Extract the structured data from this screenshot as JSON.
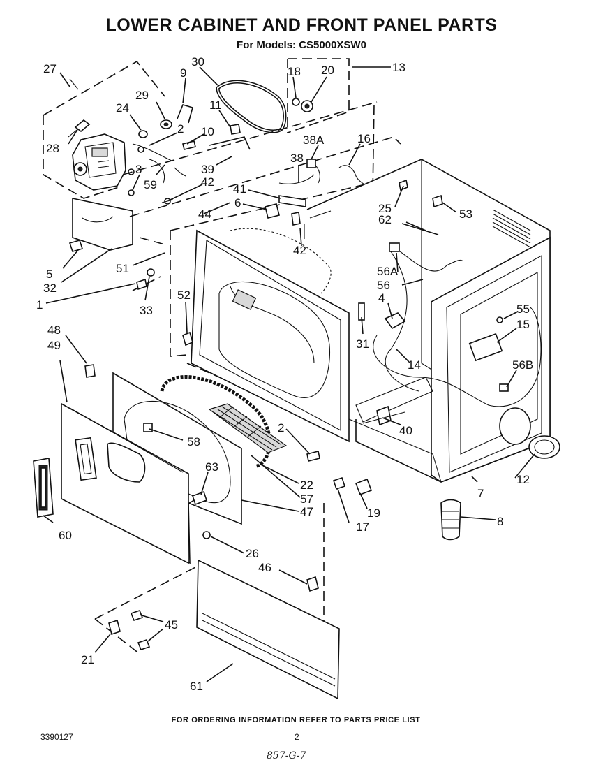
{
  "title": "LOWER CABINET AND FRONT PANEL PARTS",
  "subtitle": "For Models: CS5000XSW0",
  "footer_note": "FOR ORDERING INFORMATION REFER TO PARTS PRICE LIST",
  "doc_number": "3390127",
  "page_number": "2",
  "handwritten_note": "857-G-7",
  "callouts": {
    "c27": "27",
    "c30": "30",
    "c9": "9",
    "c18": "18",
    "c20": "20",
    "c13": "13",
    "c29": "29",
    "c24": "24",
    "c11": "11",
    "c2a": "2",
    "c10": "10",
    "c28": "28",
    "c38a": "38A",
    "c16": "16",
    "c38": "38",
    "c3": "3",
    "c59": "59",
    "c39": "39",
    "c42a": "42",
    "c41": "41",
    "c6": "6",
    "c44": "44",
    "c25": "25",
    "c53": "53",
    "c62": "62",
    "c42b": "42",
    "c56a": "56A",
    "c56": "56",
    "c5": "5",
    "c32": "32",
    "c51": "51",
    "c1": "1",
    "c33": "33",
    "c52": "52",
    "c4": "4",
    "c55": "55",
    "c15": "15",
    "c48": "48",
    "c49": "49",
    "c31": "31",
    "c14": "14",
    "c56b": "56B",
    "c58": "58",
    "c2b": "2",
    "c40": "40",
    "c63": "63",
    "c22": "22",
    "c57": "57",
    "c47": "47",
    "c12": "12",
    "c7": "7",
    "c8": "8",
    "c19": "19",
    "c17": "17",
    "c60": "60",
    "c26": "26",
    "c46": "46",
    "c45": "45",
    "c21": "21",
    "c61": "61"
  }
}
